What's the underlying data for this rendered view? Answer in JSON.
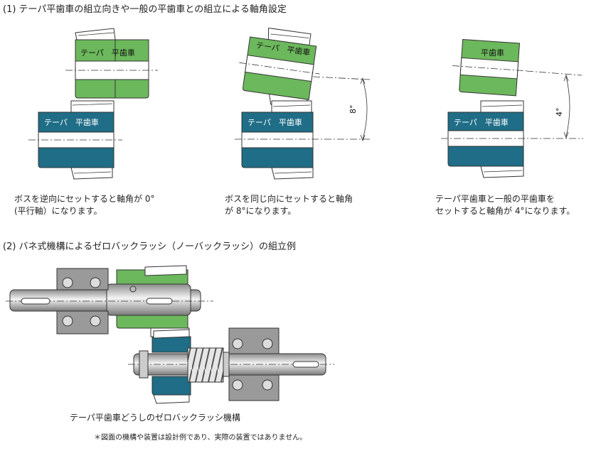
{
  "section1": {
    "heading": "(1) テーパ平歯車の組立向きや一般の平歯車との組立による軸角設定",
    "fig1": {
      "top_gear_label": "テーパ　平歯車",
      "bottom_gear_label": "テーパ　平歯車",
      "caption_line1": "ボスを逆向にセットすると軸角が 0°",
      "caption_line2": "(平行軸）になります。"
    },
    "fig2": {
      "top_gear_label": "テーパ　平歯車",
      "bottom_gear_label": "テーパ　平歯車",
      "angle_label": "8°",
      "caption_line1": "ボスを同じ向にセットすると軸角",
      "caption_line2": "が 8°になります。"
    },
    "fig3": {
      "top_gear_label": "平歯車",
      "bottom_gear_label": "テーパ　平歯車",
      "angle_label": "4°",
      "caption_line1": "テーパ平歯車と一般の平歯車を",
      "caption_line2": "セットすると軸角が 4°になります。"
    }
  },
  "section2": {
    "heading": "(2) バネ式機構によるゼロバックラッシ（ノーバックラッシ）の組立例",
    "caption": "テーパ平歯車どうしのゼロバックラッシ機構",
    "note": "＊図面の機構や装置は設計例であり、実際の装置ではありません。"
  },
  "colors": {
    "green_gear": "#6cb85c",
    "teal_gear": "#1f6d86",
    "gray_part": "#9a9a9a",
    "shaft": "#c8c8c8"
  }
}
